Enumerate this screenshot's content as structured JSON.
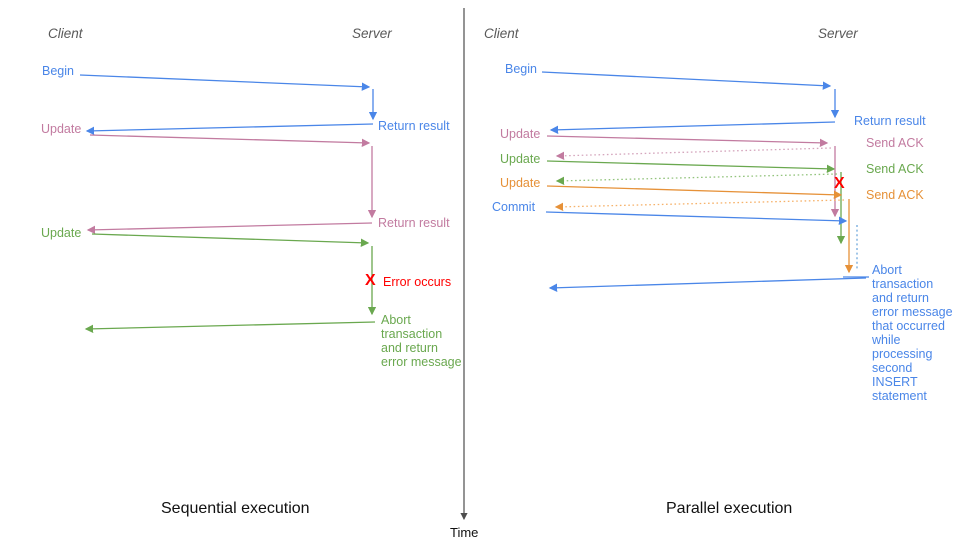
{
  "palette": {
    "blue": "#4A86E8",
    "blue_dashed": "#6FA8DC",
    "pink": "#C27BA0",
    "pink_dashed": "#D5A6BD",
    "green": "#6AA84F",
    "green_dashed": "#93C47D",
    "orange": "#E69138",
    "orange_dashed": "#F6B26B",
    "red": "#FF0000",
    "gray_text": "#595959",
    "axis": "#4D4D4D",
    "black": "#111111"
  },
  "left": {
    "client_header": "Client",
    "server_header": "Server",
    "title": "Sequential execution",
    "error_mark": "X",
    "labels": {
      "begin": "Begin",
      "update1": "Update",
      "update2": "Update",
      "return_result1": "Return result",
      "return_result2": "Return result",
      "error_occurs": "Error occurs",
      "abort": "Abort\ntransaction\nand return\nerror message"
    }
  },
  "right": {
    "client_header": "Client",
    "server_header": "Server",
    "title": "Parallel execution",
    "error_mark": "X",
    "labels": {
      "begin": "Begin",
      "update1": "Update",
      "update2": "Update",
      "update3": "Update",
      "commit": "Commit",
      "return_result": "Return result",
      "send_ack1": "Send ACK",
      "send_ack2": "Send ACK",
      "send_ack3": "Send ACK",
      "abort": "Abort\ntransaction\nand return\nerror message\nthat occurred\nwhile\nprocessing\nsecond\nINSERT\nstatement"
    }
  },
  "time_axis": {
    "label": "Time"
  }
}
